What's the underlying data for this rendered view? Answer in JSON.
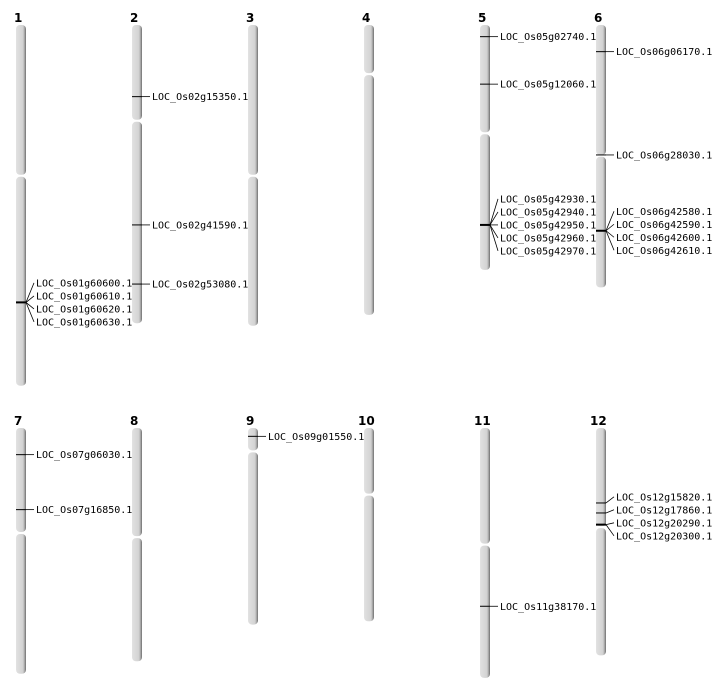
{
  "diagram": {
    "type": "chromosome-map",
    "units": "Mb",
    "colors": {
      "chromosome_fill": "#d6d6d6",
      "chromosome_edge": "#7a7a7a",
      "marker": "#000000"
    },
    "chromosomes": [
      {
        "name": "1",
        "length": 43.3,
        "centromere": 18.1,
        "markers": [
          {
            "gene": "LOC_Os01g60600.1",
            "pos": 33.3
          },
          {
            "gene": "LOC_Os01g60610.1",
            "pos": 33.3
          },
          {
            "gene": "LOC_Os01g60620.1",
            "pos": 33.3
          },
          {
            "gene": "LOC_Os01g60630.1",
            "pos": 33.3
          }
        ]
      },
      {
        "name": "2",
        "length": 35.8,
        "centromere": 11.5,
        "markers": [
          {
            "gene": "LOC_Os02g15350.1",
            "pos": 8.6
          },
          {
            "gene": "LOC_Os02g41590.1",
            "pos": 24.0
          },
          {
            "gene": "LOC_Os02g53080.1",
            "pos": 31.1
          }
        ]
      },
      {
        "name": "3",
        "length": 36.1,
        "centromere": 18.1,
        "markers": []
      },
      {
        "name": "4",
        "length": 34.8,
        "centromere": 5.9,
        "markers": []
      },
      {
        "name": "5",
        "length": 29.4,
        "centromere": 13.0,
        "markers": [
          {
            "gene": "LOC_Os05g02740.1",
            "pos": 1.4
          },
          {
            "gene": "LOC_Os05g12060.1",
            "pos": 7.1
          },
          {
            "gene": "LOC_Os05g42930.1",
            "pos": 24.0
          },
          {
            "gene": "LOC_Os05g42940.1",
            "pos": 24.0
          },
          {
            "gene": "LOC_Os05g42950.1",
            "pos": 24.0
          },
          {
            "gene": "LOC_Os05g42960.1",
            "pos": 24.0
          },
          {
            "gene": "LOC_Os05g42970.1",
            "pos": 24.0
          }
        ]
      },
      {
        "name": "6",
        "length": 31.5,
        "centromere": 15.7,
        "markers": [
          {
            "gene": "LOC_Os06g06170.1",
            "pos": 3.2
          },
          {
            "gene": "LOC_Os06g28030.1",
            "pos": 15.6
          },
          {
            "gene": "LOC_Os06g42580.1",
            "pos": 24.7
          },
          {
            "gene": "LOC_Os06g42590.1",
            "pos": 24.7
          },
          {
            "gene": "LOC_Os06g42600.1",
            "pos": 24.7
          },
          {
            "gene": "LOC_Os06g42610.1",
            "pos": 24.7
          }
        ]
      },
      {
        "name": "7",
        "length": 29.5,
        "centromere": 12.6,
        "markers": [
          {
            "gene": "LOC_Os07g06030.1",
            "pos": 3.2
          },
          {
            "gene": "LOC_Os07g16850.1",
            "pos": 9.8
          }
        ]
      },
      {
        "name": "8",
        "length": 28.0,
        "centromere": 13.1,
        "markers": []
      },
      {
        "name": "9",
        "length": 23.6,
        "centromere": 2.8,
        "markers": [
          {
            "gene": "LOC_Os09g01550.1",
            "pos": 1.0
          }
        ]
      },
      {
        "name": "10",
        "length": 23.2,
        "centromere": 8.0,
        "markers": []
      },
      {
        "name": "11",
        "length": 30.0,
        "centromere": 14.0,
        "markers": [
          {
            "gene": "LOC_Os11g38170.1",
            "pos": 21.4
          }
        ]
      },
      {
        "name": "12",
        "length": 27.3,
        "centromere": 11.9,
        "markers": [
          {
            "gene": "LOC_Os12g15820.1",
            "pos": 9.0
          },
          {
            "gene": "LOC_Os12g17860.1",
            "pos": 10.2
          },
          {
            "gene": "LOC_Os12g20290.1",
            "pos": 11.6
          },
          {
            "gene": "LOC_Os12g20300.1",
            "pos": 11.6
          }
        ]
      }
    ]
  }
}
